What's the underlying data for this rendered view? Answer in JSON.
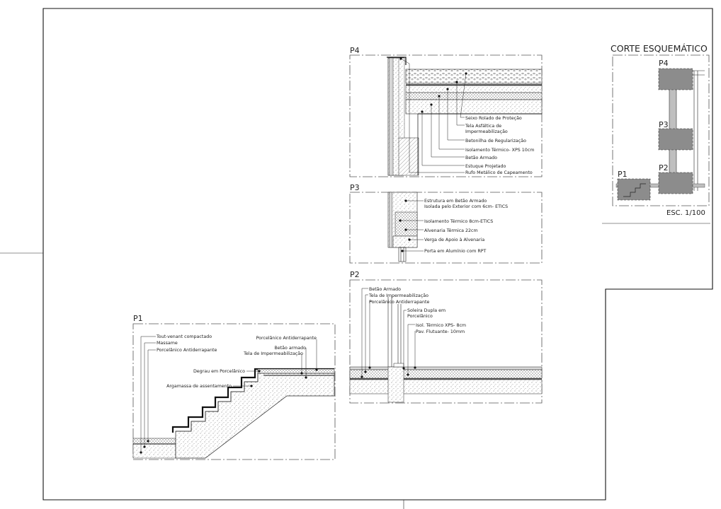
{
  "corte": {
    "title": "CORTE ESQUEMÁTICO",
    "scale": "ESC. 1/100",
    "labels": [
      "P4",
      "P3",
      "P2",
      "P1"
    ]
  },
  "p4": {
    "label": "P4",
    "annotations": [
      "Seixo Rolado de Proteção",
      "Tela Asfáltica de",
      "Impermeabilização",
      "Betonilha de Regularização",
      "Isolamento Térmico- XPS 10cm",
      "Betão Armado",
      "Estuque Projetado",
      "Rufo Metálico de Capeamento"
    ]
  },
  "p3": {
    "label": "P3",
    "annotations": [
      "Estrutura em Betão Armado",
      "Isolada pelo Exterior com 6cm- ETICS",
      "Isolamento Térmico 8cm-ETICS",
      "Alvenaria Térmica 22cm",
      "Verga de Apoio à Alvenaria",
      "Porta em Alumínio com RPT"
    ]
  },
  "p2": {
    "label": "P2",
    "annotations": [
      "Betão Armado",
      "Tela de Impermeabilização",
      "Porcelânico Antiderrapante",
      "Soleira Dupla em",
      "Porcelânico",
      "Isol. Térmico XPS- 8cm",
      "Pav. Flutuante- 10mm"
    ]
  },
  "p1": {
    "label": "P1",
    "annotations_left": [
      "Tout-venant compactado",
      "Massame",
      "Porcelânico Antiderrapante"
    ],
    "annotations_right": [
      "Porcelânico Antiderrapante",
      "Betão armado",
      "Tela de Impermeabilização",
      "Degrau em Porcelânico",
      "Argamassa de assentamento"
    ]
  },
  "colors": {
    "line": "#222222",
    "fill_dark": "#8c8c8c",
    "fill_light": "#d9d9d9"
  }
}
